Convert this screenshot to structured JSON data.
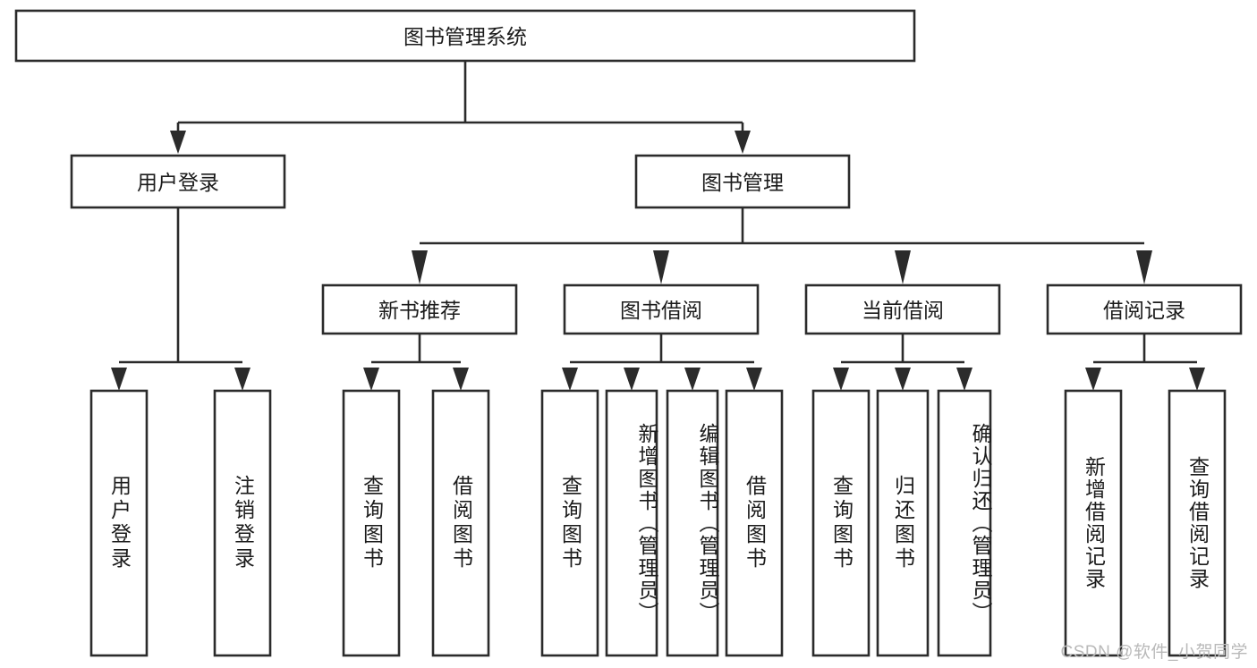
{
  "diagram": {
    "title": "图书管理系统",
    "watermark": "CSDN @软件_小贺同学",
    "colors": {
      "stroke": "#2b2b2b",
      "fill": "#ffffff",
      "text": "#1b1b1b",
      "watermark": "#b9b9b9"
    },
    "root": {
      "label": "图书管理系统",
      "orientation": "horizontal"
    },
    "level2": [
      {
        "label": "用户登录",
        "orientation": "horizontal"
      },
      {
        "label": "图书管理",
        "orientation": "horizontal"
      }
    ],
    "level3": [
      {
        "label": "新书推荐",
        "orientation": "horizontal"
      },
      {
        "label": "图书借阅",
        "orientation": "horizontal"
      },
      {
        "label": "当前借阅",
        "orientation": "horizontal"
      },
      {
        "label": "借阅记录",
        "orientation": "horizontal"
      }
    ],
    "leaves": {
      "user_login": [
        {
          "label": "用户登录",
          "orientation": "vertical"
        },
        {
          "label": "注销登录",
          "orientation": "vertical"
        }
      ],
      "new_book_recommend": [
        {
          "label": "查询图书",
          "orientation": "vertical"
        },
        {
          "label": "借阅图书",
          "orientation": "vertical"
        }
      ],
      "book_borrow": [
        {
          "label": "查询图书",
          "orientation": "vertical"
        },
        {
          "label": "新增图书（管理员）",
          "orientation": "vertical"
        },
        {
          "label": "编辑图书（管理员）",
          "orientation": "vertical"
        },
        {
          "label": "借阅图书",
          "orientation": "vertical"
        }
      ],
      "current_borrow": [
        {
          "label": "查询图书",
          "orientation": "vertical"
        },
        {
          "label": "归还图书",
          "orientation": "vertical"
        },
        {
          "label": "确认归还（管理员）",
          "orientation": "vertical"
        }
      ],
      "borrow_record": [
        {
          "label": "新增借阅记录",
          "orientation": "vertical"
        },
        {
          "label": "查询借阅记录",
          "orientation": "vertical"
        }
      ]
    }
  }
}
